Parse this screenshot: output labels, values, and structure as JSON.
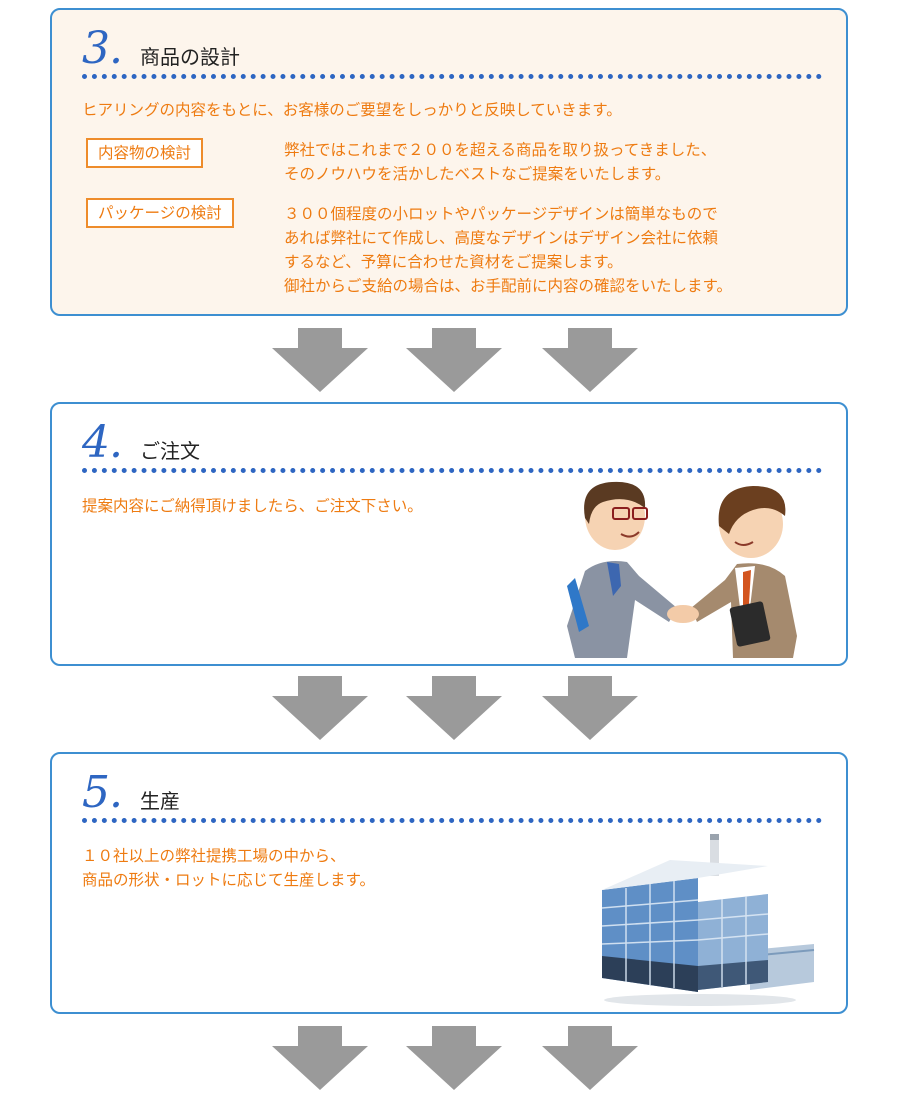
{
  "steps": [
    {
      "number": "3.",
      "title": "商品の設計",
      "intro": "ヒアリングの内容をもとに、お客様のご要望をしっかりと反映していきます。",
      "items": [
        {
          "tag": "内容物の検討",
          "lines": [
            "弊社ではこれまで２００を超える商品を取り扱ってきました、",
            "そのノウハウを活かしたベストなご提案をいたします。"
          ]
        },
        {
          "tag": "パッケージの検討",
          "lines": [
            "３００個程度の小ロットやパッケージデザインは簡単なもので",
            "あれば弊社にて作成し、高度なデザインはデザイン会社に依頼",
            "するなど、予算に合わせた資材をご提案します。",
            "御社からご支給の場合は、お手配前に内容の確認をいたします。"
          ]
        }
      ]
    },
    {
      "number": "4.",
      "title": "ご注文",
      "lines": [
        "提案内容にご納得頂けましたら、ご注文下さい。"
      ],
      "image": "handshake-illustration"
    },
    {
      "number": "5.",
      "title": "生産",
      "lines": [
        "１０社以上の弊社提携工場の中から、",
        "商品の形状・ロットに応じて生産します。"
      ],
      "image": "factory-illustration"
    }
  ],
  "colors": {
    "panel_border": "#3d8fd1",
    "number_blue": "#2e66c2",
    "text_orange": "#ee7b11",
    "cream_bg": "#fdf5ec",
    "arrow_gray": "#9a9a9a"
  }
}
